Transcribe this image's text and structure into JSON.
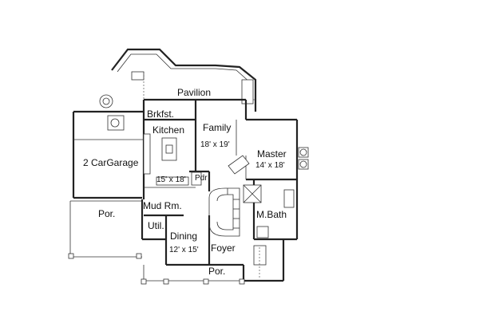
{
  "rooms": {
    "pavilion": "Pavilion",
    "brkfst": "Brkfst.",
    "kitchen": "Kitchen",
    "kitchen_dim": "15' x 18'",
    "family": "Family",
    "family_dim": "18' x 19'",
    "master": "Master",
    "master_dim": "14' x 18'",
    "garage": "2 CarGarage",
    "pdr": "Pdr",
    "mudroom": "Mud Rm.",
    "porch_left": "Por.",
    "util": "Util.",
    "dining": "Dining",
    "dining_dim": "12' x 15'",
    "foyer": "Foyer",
    "mbath": "M.Bath",
    "porch_front": "Por."
  }
}
